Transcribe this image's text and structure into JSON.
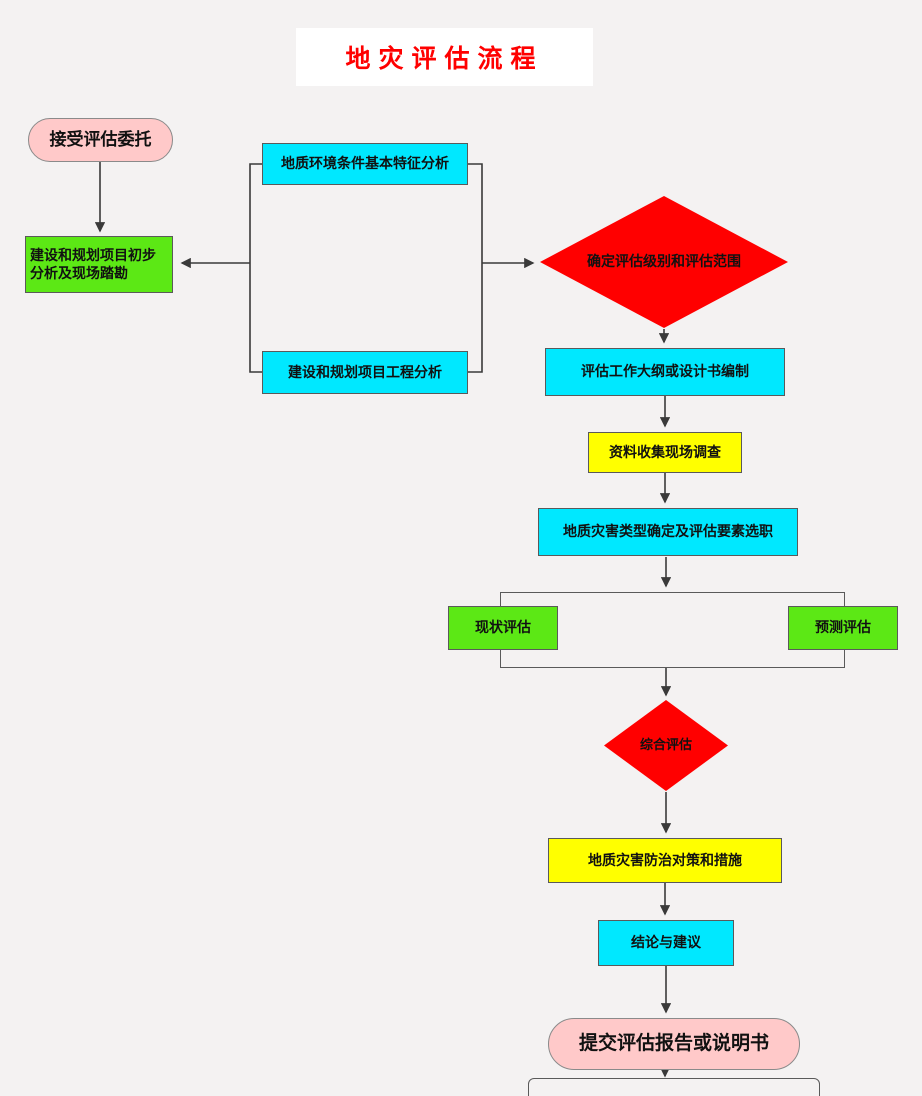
{
  "title": "地灾评估流程",
  "nodes": {
    "accept_commission": {
      "label": "接受评估委托"
    },
    "preliminary_analysis": {
      "label": "建设和规划项目初步分析及现场踏勘"
    },
    "geo_environment_analysis": {
      "label": "地质环境条件基本特征分析"
    },
    "project_engineering_analysis": {
      "label": "建设和规划项目工程分析"
    },
    "determine_level_scope": {
      "label": "确定评估级别和评估范围"
    },
    "work_outline": {
      "label": "评估工作大纲或设计书编制"
    },
    "data_collection": {
      "label": "资料收集现场调查"
    },
    "hazard_type_selection": {
      "label": "地质灾害类型确定及评估要素选职"
    },
    "current_assessment": {
      "label": "现状评估"
    },
    "prediction_assessment": {
      "label": "预测评估"
    },
    "comprehensive_assessment": {
      "label": "综合评估"
    },
    "prevention_measures": {
      "label": "地质灾害防治对策和措施"
    },
    "conclusion_suggestion": {
      "label": "结论与建议"
    },
    "submit_report": {
      "label": "提交评估报告或说明书"
    }
  },
  "colors": {
    "background": "#f4f2f2",
    "node-pink": "#ffc9c9",
    "node-green": "#5ce815",
    "node-cyan": "#00e8ff",
    "node-yellow": "#ffff00",
    "node-red": "#ff0000",
    "title-red": "#ff0000",
    "line": "#3a3a3a"
  }
}
